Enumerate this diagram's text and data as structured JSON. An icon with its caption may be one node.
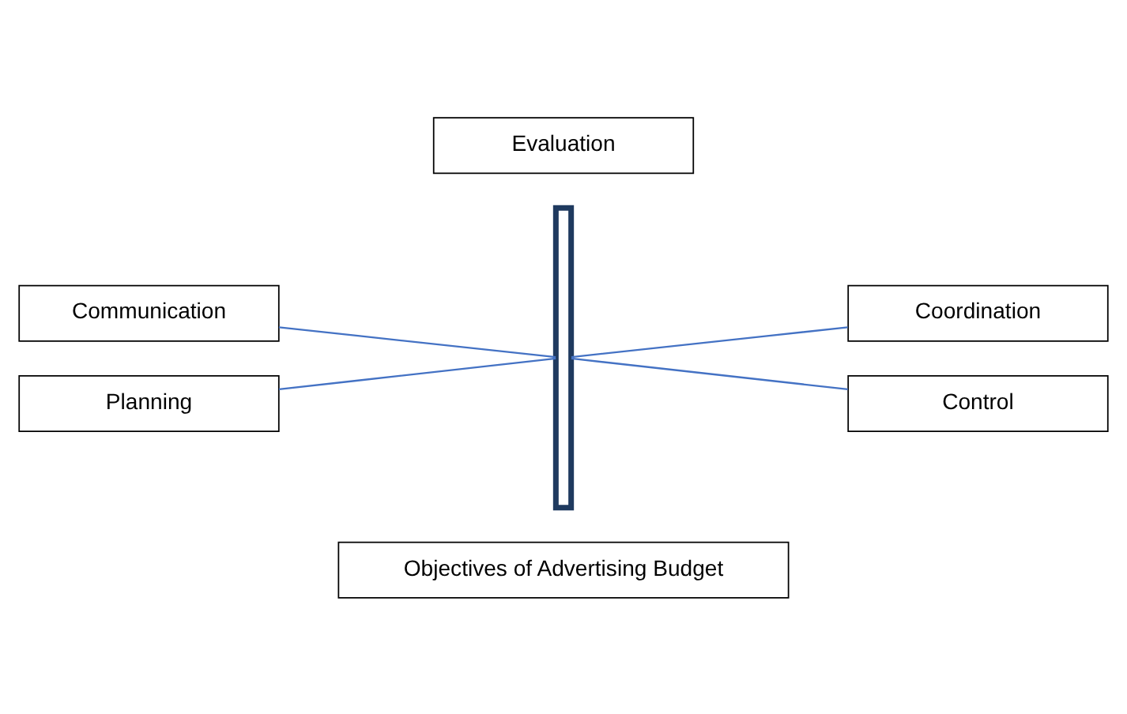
{
  "diagram": {
    "nodes": [
      {
        "text": [
          "Objectives of Advertising Budget"
        ]
      },
      {
        "text": [],
        "shape": "bar"
      },
      {
        "text": [
          "Communication"
        ]
      },
      {
        "text": [
          "Coordination"
        ]
      },
      {
        "text": [
          "Planning"
        ]
      },
      {
        "text": [
          "Control"
        ]
      },
      {
        "text": [
          "Evaluation"
        ]
      }
    ],
    "edges": [
      {
        "from": 2,
        "to": 1,
        "arrow": "none"
      },
      {
        "from": 1,
        "to": 3,
        "arrow": "none"
      },
      {
        "from": 4,
        "to": 1,
        "arrow": "none"
      },
      {
        "from": 1,
        "to": 5,
        "arrow": "none"
      }
    ]
  }
}
